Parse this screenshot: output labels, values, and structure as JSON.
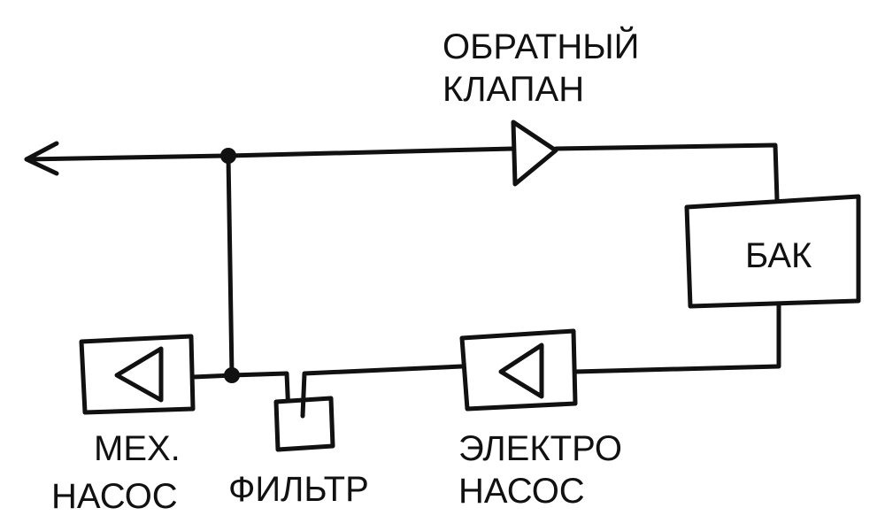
{
  "labels": {
    "check_valve": [
      "ОБРАТНЫЙ",
      "КЛАПАН"
    ],
    "tank": "БАК",
    "mech_pump": [
      "МЕХ.",
      "НАСОС"
    ],
    "filter": "ФИЛЬТР",
    "electric_pump": [
      "ЭЛЕКТРО",
      "НАСОС"
    ]
  },
  "colors": {
    "stroke": "#111111",
    "background": "#ffffff"
  },
  "icons": {
    "outlet": "arrow-left-icon",
    "pump_symbol": "triangle-left-icon",
    "check_valve_symbol": "triangle-right-icon",
    "junction": "filled-dot-icon"
  }
}
